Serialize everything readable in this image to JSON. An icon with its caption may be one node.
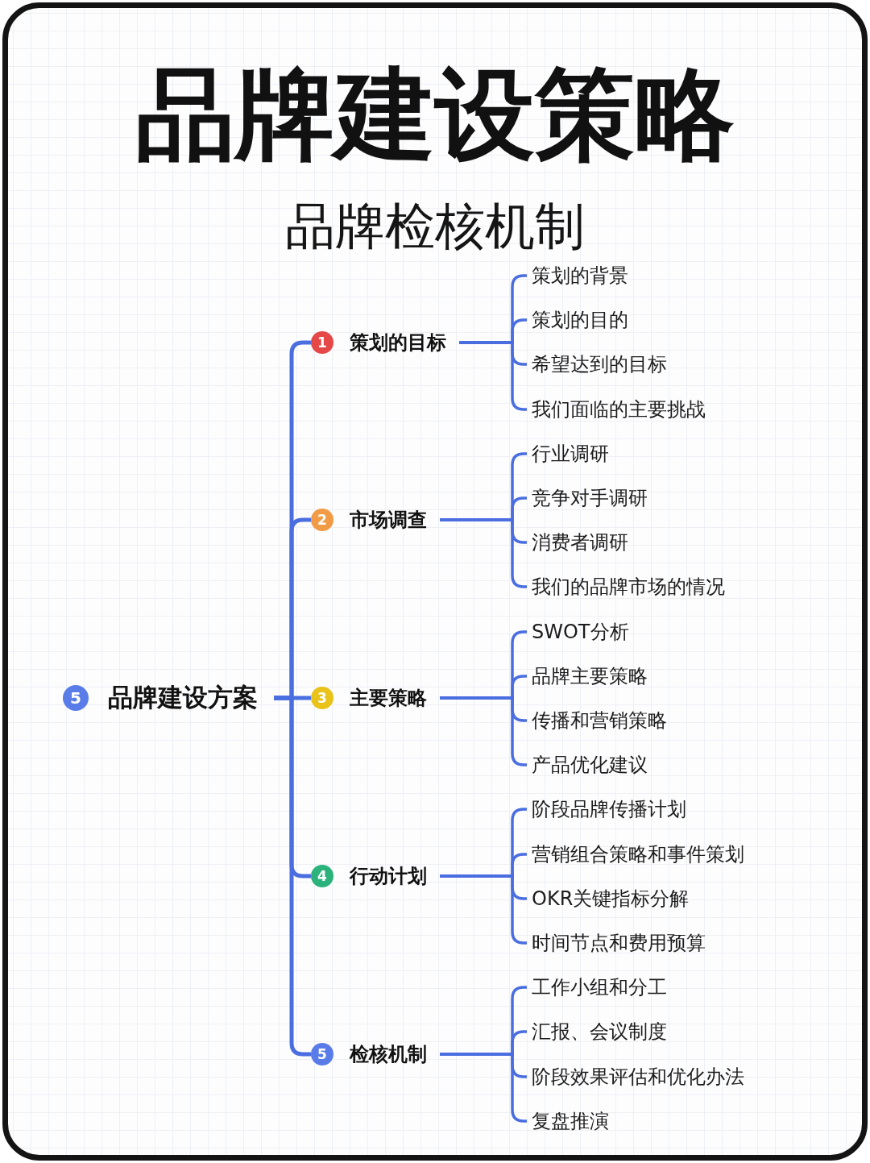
{
  "diagram": {
    "title": "品牌建设策略",
    "nodes": [
      {
        "text": [
          "5",
          "品牌建设方案"
        ]
      },
      {
        "text": [
          "1",
          "策划的目标"
        ]
      },
      {
        "text": [
          "策划的背景"
        ]
      },
      {
        "text": [
          "策划的目的"
        ]
      },
      {
        "text": [
          "希望达到的目标"
        ]
      },
      {
        "text": [
          "我们面临的主要挑战"
        ]
      },
      {
        "text": [
          "2",
          "市场调查"
        ]
      },
      {
        "text": [
          "行业调研"
        ]
      },
      {
        "text": [
          "竞争对手调研"
        ]
      },
      {
        "text": [
          "消费者调研"
        ]
      },
      {
        "text": [
          "我们的品牌市场的情况"
        ]
      },
      {
        "text": [
          "3",
          "主要策略"
        ]
      },
      {
        "text": [
          "SWOT分析"
        ]
      },
      {
        "text": [
          "品牌主要策略"
        ]
      },
      {
        "text": [
          "传播和营销策略"
        ]
      },
      {
        "text": [
          "产品优化建议"
        ]
      },
      {
        "text": [
          "4",
          "行动计划"
        ]
      },
      {
        "text": [
          "阶段品牌传播计划"
        ]
      },
      {
        "text": [
          "营销组合策略和事件策划"
        ]
      },
      {
        "text": [
          "OKR关键指标分解"
        ]
      },
      {
        "text": [
          "时间节点和费用预算"
        ]
      },
      {
        "text": [
          "5",
          "检核机制"
        ]
      },
      {
        "text": [
          "工作小组和分工"
        ]
      },
      {
        "text": [
          "汇报、会议制度"
        ]
      },
      {
        "text": [
          "阶段效果评估和优化办法"
        ]
      },
      {
        "text": [
          "复盘推演"
        ]
      }
    ],
    "edges": [
      {
        "from": 0,
        "to": 1,
        "arrow": "none"
      },
      {
        "from": 0,
        "to": 6,
        "arrow": "none"
      },
      {
        "from": 0,
        "to": 11,
        "arrow": "none"
      },
      {
        "from": 0,
        "to": 16,
        "arrow": "none"
      },
      {
        "from": 0,
        "to": 21,
        "arrow": "none"
      },
      {
        "from": 1,
        "to": 2,
        "arrow": "none"
      },
      {
        "from": 1,
        "to": 3,
        "arrow": "none"
      },
      {
        "from": 1,
        "to": 4,
        "arrow": "none"
      },
      {
        "from": 1,
        "to": 5,
        "arrow": "none"
      },
      {
        "from": 6,
        "to": 7,
        "arrow": "none"
      },
      {
        "from": 6,
        "to": 8,
        "arrow": "none"
      },
      {
        "from": 6,
        "to": 9,
        "arrow": "none"
      },
      {
        "from": 6,
        "to": 10,
        "arrow": "none"
      },
      {
        "from": 11,
        "to": 12,
        "arrow": "none"
      },
      {
        "from": 11,
        "to": 13,
        "arrow": "none"
      },
      {
        "from": 11,
        "to": 14,
        "arrow": "none"
      },
      {
        "from": 11,
        "to": 15,
        "arrow": "none"
      },
      {
        "from": 16,
        "to": 17,
        "arrow": "none"
      },
      {
        "from": 16,
        "to": 18,
        "arrow": "none"
      },
      {
        "from": 16,
        "to": 19,
        "arrow": "none"
      },
      {
        "from": 16,
        "to": 20,
        "arrow": "none"
      },
      {
        "from": 21,
        "to": 22,
        "arrow": "none"
      },
      {
        "from": 21,
        "to": 23,
        "arrow": "none"
      },
      {
        "from": 21,
        "to": 24,
        "arrow": "none"
      },
      {
        "from": 21,
        "to": 25,
        "arrow": "none"
      }
    ],
    "labels": [
      "品牌检核机制"
    ]
  }
}
